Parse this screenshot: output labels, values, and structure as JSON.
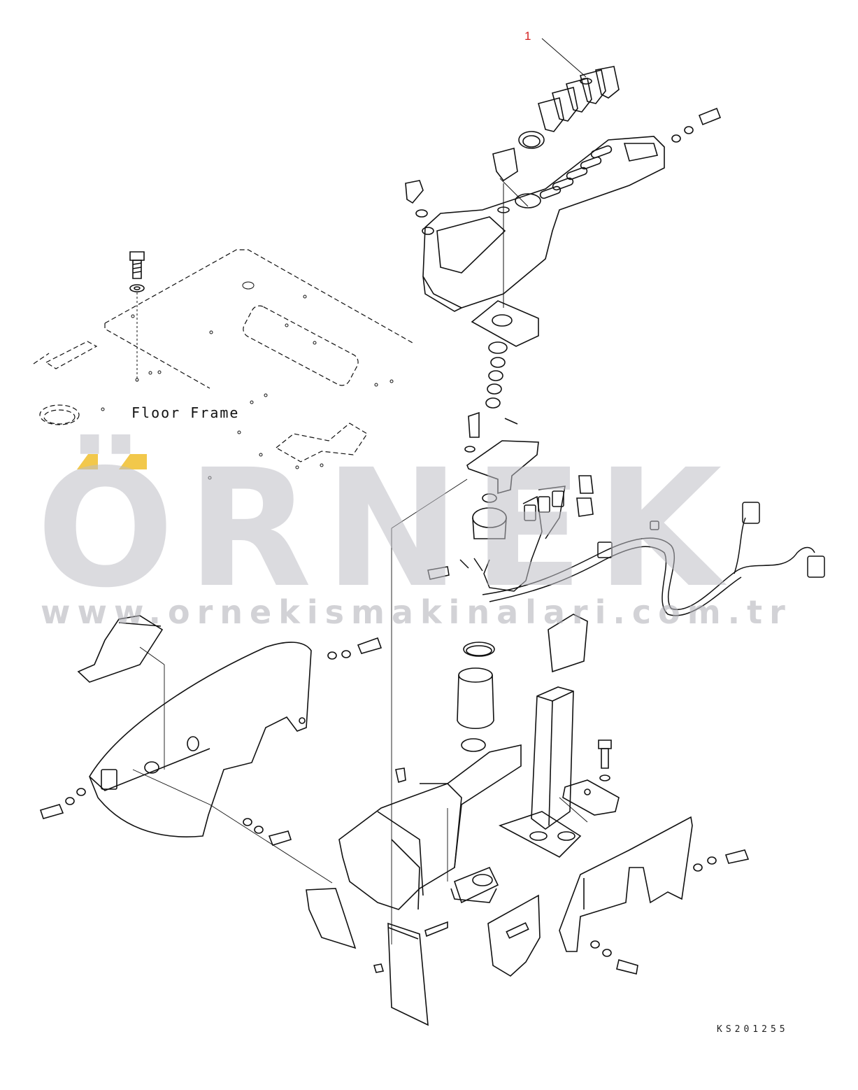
{
  "callout": {
    "number": "1"
  },
  "labels": {
    "floor_frame": "Floor Frame"
  },
  "reference_code": "KS201255",
  "watermark": {
    "brand": "ÖRNEK",
    "url": "www.ornekismakinalari.com.tr",
    "accent_color": "#f2c84b",
    "text_color": "#bebec4"
  },
  "colors": {
    "line": "#111111",
    "callout": "#d42020"
  }
}
